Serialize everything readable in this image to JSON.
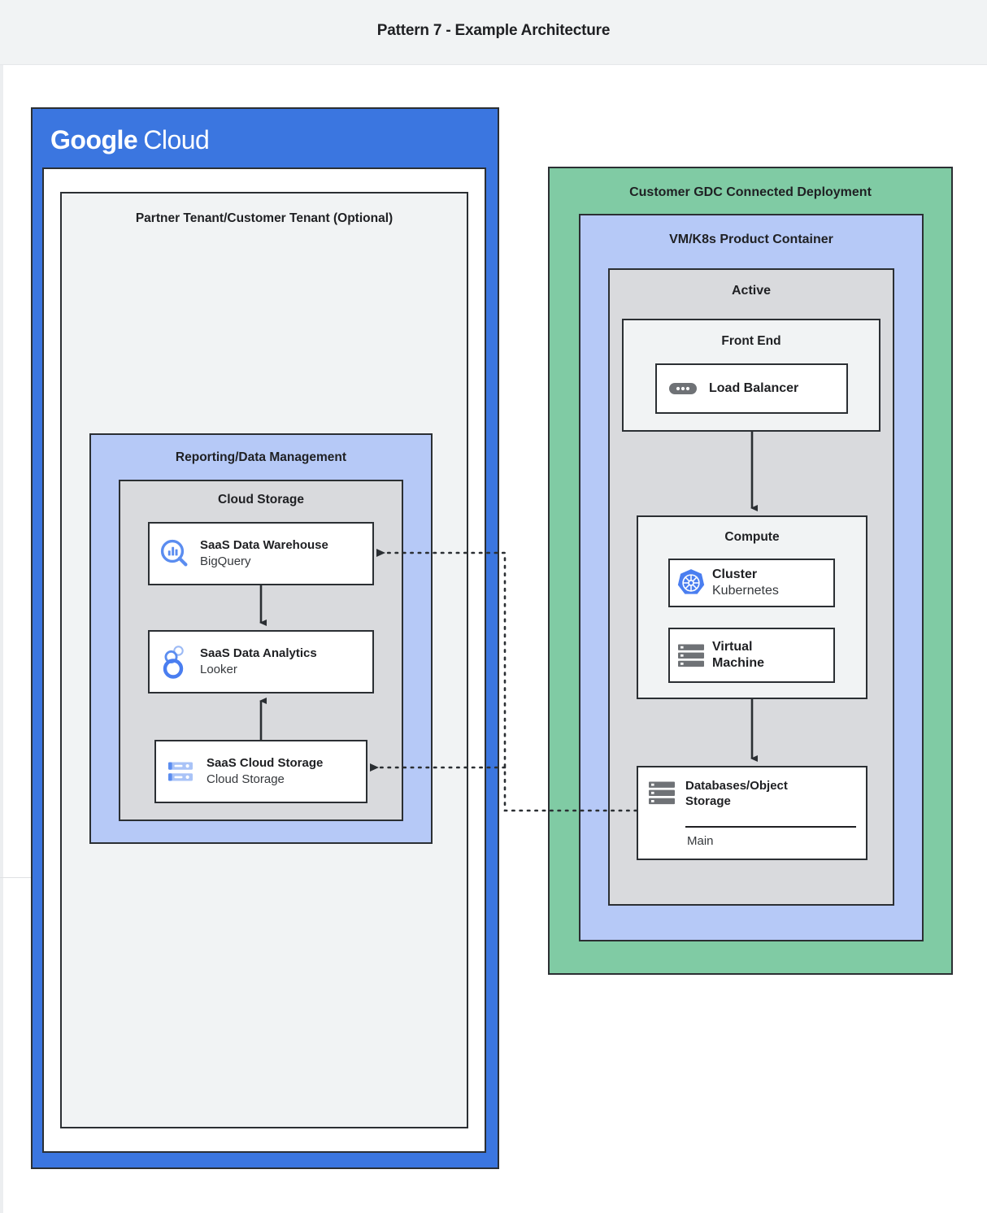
{
  "header": {
    "title": "Pattern 7 - Example Architecture"
  },
  "colors": {
    "header_bg": "#f1f3f4",
    "gcp_blue": "#3b76e0",
    "light_blue": "#b6c9f7",
    "green": "#80cba4",
    "gray": "#d9dadd",
    "light_gray": "#f1f3f4",
    "stroke": "#2b2f33",
    "icon_blue": "#5b8df0",
    "icon_gray": "#6f7276"
  },
  "google_cloud": {
    "logo_google": "Google",
    "logo_cloud": "Cloud",
    "tenant_panel": {
      "title": "Partner Tenant/Customer Tenant (Optional)"
    },
    "reporting": {
      "title": "Reporting/Data Management",
      "cloud_storage_group": {
        "title": "Cloud Storage"
      },
      "nodes": [
        {
          "icon": "bigquery-icon",
          "title": "SaaS Data Warehouse",
          "subtitle": "BigQuery"
        },
        {
          "icon": "looker-icon",
          "title": "SaaS Data Analytics",
          "subtitle": "Looker"
        },
        {
          "icon": "cloud-storage-icon",
          "title": "SaaS Cloud Storage",
          "subtitle": "Cloud Storage"
        }
      ]
    }
  },
  "gdc": {
    "title": "Customer GDC Connected Deployment",
    "product_container": {
      "title": "VM/K8s Product Container"
    },
    "active": {
      "title": "Active"
    },
    "front_end": {
      "title": "Front End",
      "nodes": [
        {
          "icon": "load-balancer-icon",
          "title": "Load Balancer",
          "subtitle": ""
        }
      ]
    },
    "compute": {
      "title": "Compute",
      "nodes": [
        {
          "icon": "kubernetes-icon",
          "title": "Cluster",
          "subtitle": "Kubernetes"
        },
        {
          "icon": "virtual-machine-icon",
          "title": "Virtual",
          "title2": "Machine",
          "subtitle": ""
        }
      ]
    },
    "database": {
      "icon": "database-icon",
      "title": "Databases/Object",
      "title2": "Storage",
      "subtitle": "Main"
    }
  },
  "connections": [
    {
      "from": "Databases/Object Storage",
      "to": "SaaS Data Warehouse",
      "style": "dotted",
      "direction": "left"
    },
    {
      "from": "Databases/Object Storage",
      "to": "SaaS Cloud Storage",
      "style": "dotted",
      "direction": "left"
    },
    {
      "from": "Load Balancer",
      "to": "Compute",
      "style": "solid",
      "direction": "down"
    },
    {
      "from": "Compute",
      "to": "Databases/Object Storage",
      "style": "solid",
      "direction": "down"
    },
    {
      "from": "SaaS Data Warehouse",
      "to": "SaaS Data Analytics",
      "style": "solid",
      "direction": "down"
    },
    {
      "from": "SaaS Cloud Storage",
      "to": "SaaS Data Analytics",
      "style": "solid",
      "direction": "up"
    }
  ]
}
